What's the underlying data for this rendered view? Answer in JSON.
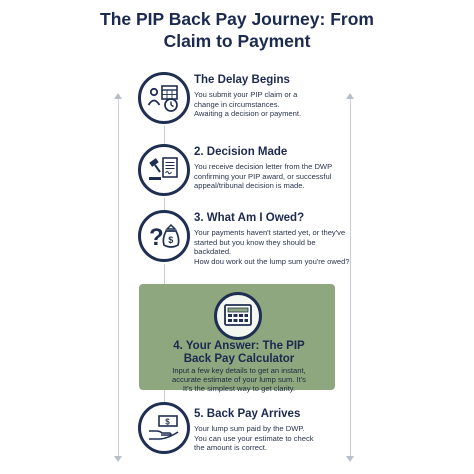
{
  "title": {
    "line1": "The PIP Back Pay Journey: From",
    "line2": "Claim to Payment"
  },
  "steps": [
    {
      "heading": "The Delay Begins",
      "icon": "people-calendar-clock-icon",
      "lines": [
        "You submit your PIP claim or a",
        "change in circumstances.",
        "Awaiting a decision or payment."
      ]
    },
    {
      "heading": "2. Decision Made",
      "icon": "gavel-document-icon",
      "lines": [
        "You receive decision letter from the DWP",
        "confirming your PIP award, or successful",
        "appeal/tribunal decision is made."
      ]
    },
    {
      "heading": "3. What Am I Owed?",
      "icon": "question-moneybag-icon",
      "lines": [
        "Your payments haven't started yet, or they've",
        "started but you know they should be backdated.",
        "How dou work out the lump sum you're owed?"
      ]
    },
    {
      "heading": "5. Back Pay Arrives",
      "icon": "hand-cash-icon",
      "lines": [
        "Your lump sum paid by the DWP.",
        "You can use your estimate to check",
        "the amount is correct."
      ]
    }
  ],
  "highlight": {
    "icon": "calculator-icon",
    "heading_line1": "4. Your Answer: The PIP",
    "heading_line2": "Back Pay Calculator",
    "lines": [
      "Input a few key details to get an instant,",
      "accurate estimate of your lump sum. It's",
      "It's the simplest way to get clarity."
    ],
    "background": "#8ea77f"
  },
  "colors": {
    "navy": "#1f2f52",
    "line": "#c9ced6"
  }
}
